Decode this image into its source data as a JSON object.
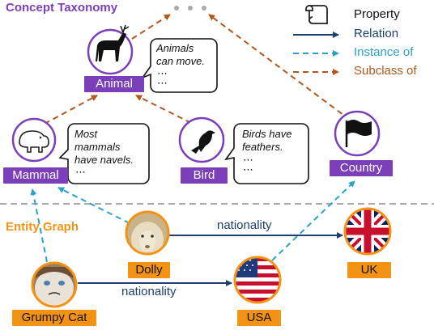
{
  "sections": {
    "concept_taxonomy": "Concept Taxonomy",
    "entity_graph": "Entity Graph"
  },
  "legend": {
    "property": "Property",
    "relation": "Relation",
    "instance_of": "Instance of",
    "subclass_of": "Subclass of",
    "colors": {
      "relation": "#1f3f6e",
      "instance_of": "#29a3c9",
      "subclass_of": "#b3561b"
    }
  },
  "concepts": {
    "animal": "Animal",
    "mammal": "Mammal",
    "bird": "Bird",
    "country": "Country"
  },
  "bubbles": {
    "animal": {
      "line1": "Animals",
      "line2": "can move.",
      "dots": "⋯"
    },
    "mammal": {
      "line1": "Most",
      "line2": "mammals",
      "line3": "have navels.",
      "dots": "⋯"
    },
    "bird": {
      "line1": "Birds have",
      "line2": "feathers.",
      "dots": "⋯"
    }
  },
  "top_ellipsis": "• • •",
  "entities": {
    "dolly": "Dolly",
    "grumpy_cat": "Grumpy Cat",
    "usa": "USA",
    "uk": "UK"
  },
  "relations": {
    "dolly_uk": "nationality",
    "grumpy_usa": "nationality"
  },
  "colors": {
    "concept_purple": "#7b3fb9",
    "entity_orange": "#f39316"
  }
}
